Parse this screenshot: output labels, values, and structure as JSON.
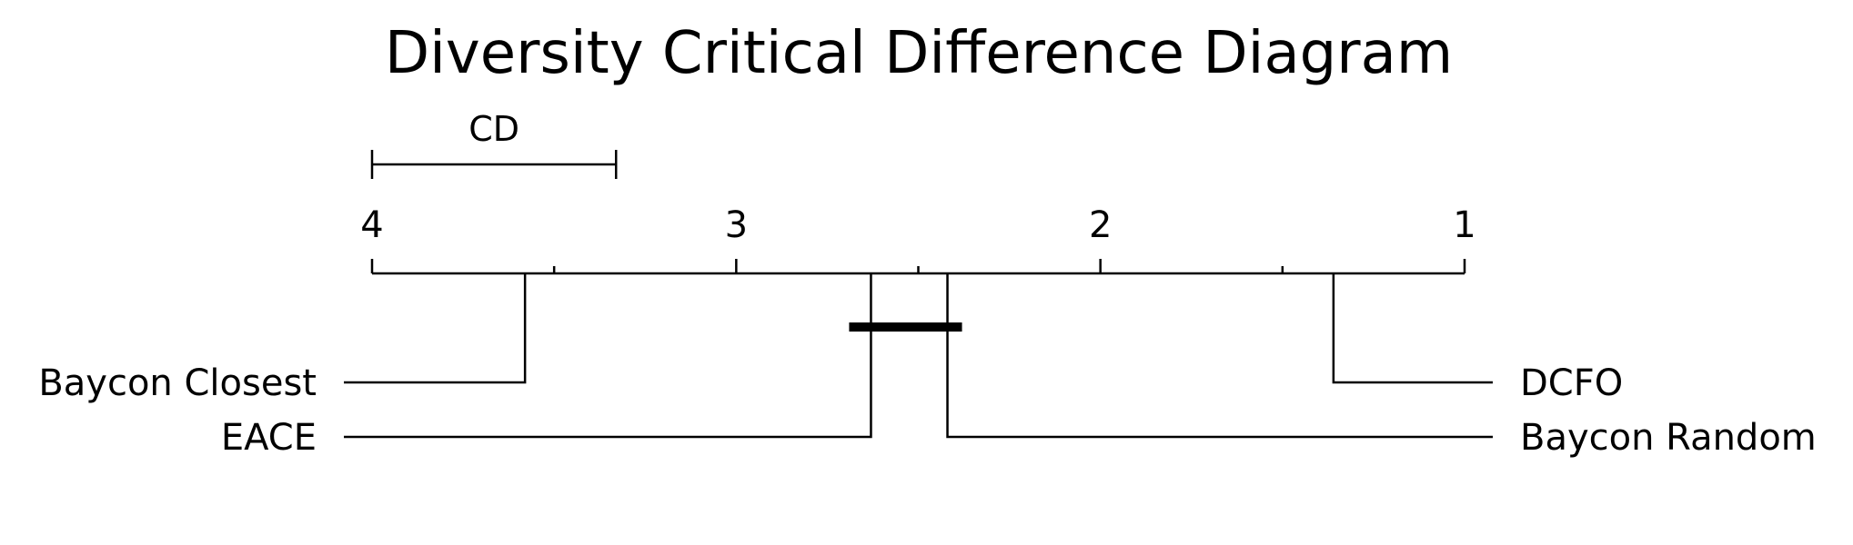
{
  "title": "Diversity Critical Difference Diagram",
  "cd": {
    "label": "CD",
    "value": 0.67
  },
  "axis": {
    "min_rank": 1,
    "max_rank": 4,
    "reversed": true,
    "ticks": [
      4,
      3,
      2,
      1
    ],
    "tick_labels": [
      "4",
      "3",
      "2",
      "1"
    ]
  },
  "methods": [
    {
      "name": "DCFO",
      "avg_rank": 1.36,
      "side": "right"
    },
    {
      "name": "Baycon Random",
      "avg_rank": 2.42,
      "side": "right"
    },
    {
      "name": "EACE",
      "avg_rank": 2.63,
      "side": "left"
    },
    {
      "name": "Baycon Closest",
      "avg_rank": 3.58,
      "side": "left"
    }
  ],
  "cliques": [
    {
      "from": 2.38,
      "to": 2.69
    }
  ]
}
